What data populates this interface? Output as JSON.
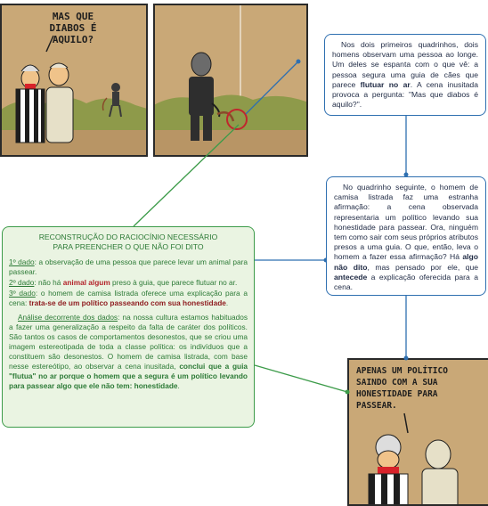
{
  "comic": {
    "panel1_speech": "MAS QUE DIABOS É AQUILO?",
    "panel4_speech": "APENAS UM POLÍTICO SAINDO COM A SUA HONESTIDADE PARA PASSEAR."
  },
  "box1": {
    "t1": "Nos dois primeiros quadrinhos, dois homens observam uma pessoa ao longe. Um deles se espanta com o que vê: a pessoa segura uma guia de cães que parece ",
    "b1": "flutuar no ar",
    "t2": ". A cena inusitada provoca a pergunta: \"Mas que diabos é aquilo?\"."
  },
  "box2": {
    "t1": "No quadrinho seguinte, o homem de camisa listrada faz uma estranha afirmação: a cena observada representaria um político levando sua honestidade para passear. Ora, ninguém tem como sair com seus próprios atributos presos a uma guia. O que, então, leva o homem a fazer essa afirmação? Há ",
    "b1": "algo não dito",
    "t2": ", mas pensado por ele, que ",
    "b2": "antecede",
    "t3": " a explicação oferecida para a cena."
  },
  "box3": {
    "heading": "RECONSTRUÇÃO DO RACIOCÍNIO NECESSÁRIO PARA PREENCHER O QUE NÃO FOI DITO",
    "d1_label": "1º dado",
    "d1_text": ": a observação de uma pessoa que parece levar um animal para passear.",
    "d2_label": "2º dado",
    "d2_t1": ": não há ",
    "d2_b": "animal algum",
    "d2_t2": " preso à guia, que parece flutuar no ar.",
    "d3_label": "3º dado",
    "d3_t1": ": o homem de camisa listrada oferece uma explicação para a cena: ",
    "d3_b": "trata-se de um político passeando com sua honestidade",
    "d3_t2": ".",
    "an_label": "Análise decorrente dos dados",
    "an_t1": ": na nossa cultura estamos habituados a fazer uma generalização a respeito da falta de caráter dos políticos. São tantos os casos de comportamentos desonestos, que se criou uma imagem estereotipada de toda a classe política: os indivíduos que a constituem são desonestos. O homem de camisa listrada, com base nesse estereótipo, ao observar a cena inusitada, ",
    "an_b": "conclui que a guia \"flutua\" no ar porque o homem que a segura é um político levando para passear algo que ele não tem: honestidade",
    "an_t2": "."
  },
  "colors": {
    "blue": "#2e6fb0",
    "green": "#3c9b49",
    "panel": "#c9a877",
    "red": "#c0262d"
  }
}
